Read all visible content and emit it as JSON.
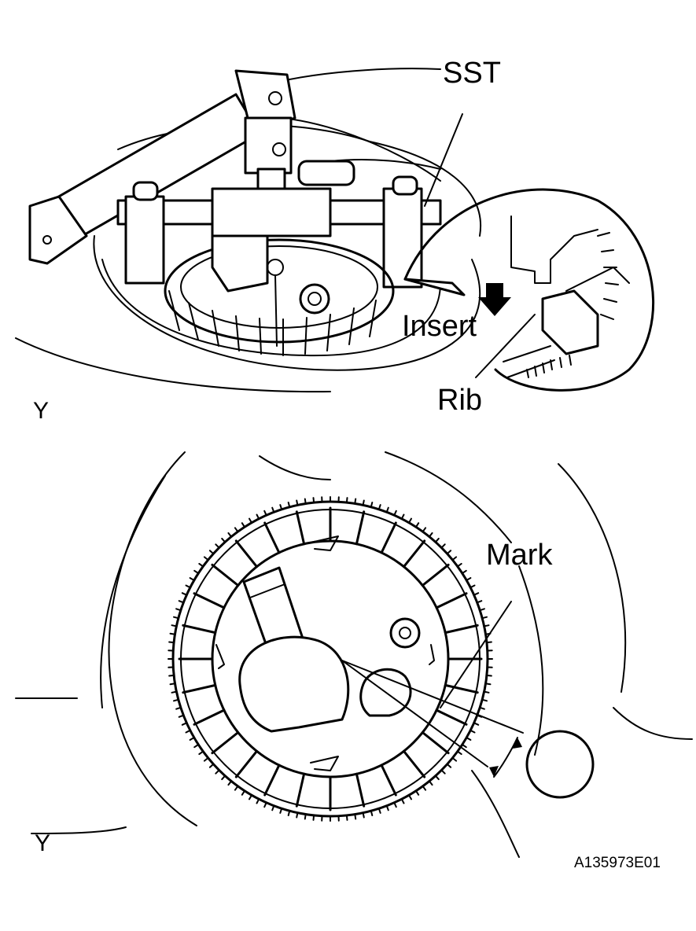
{
  "labels": {
    "sst": "SST",
    "insert": "Insert",
    "rib": "Rib",
    "mark": "Mark",
    "y_top": "Y",
    "y_bottom": "Y",
    "figure_id": "A135973E01"
  }
}
